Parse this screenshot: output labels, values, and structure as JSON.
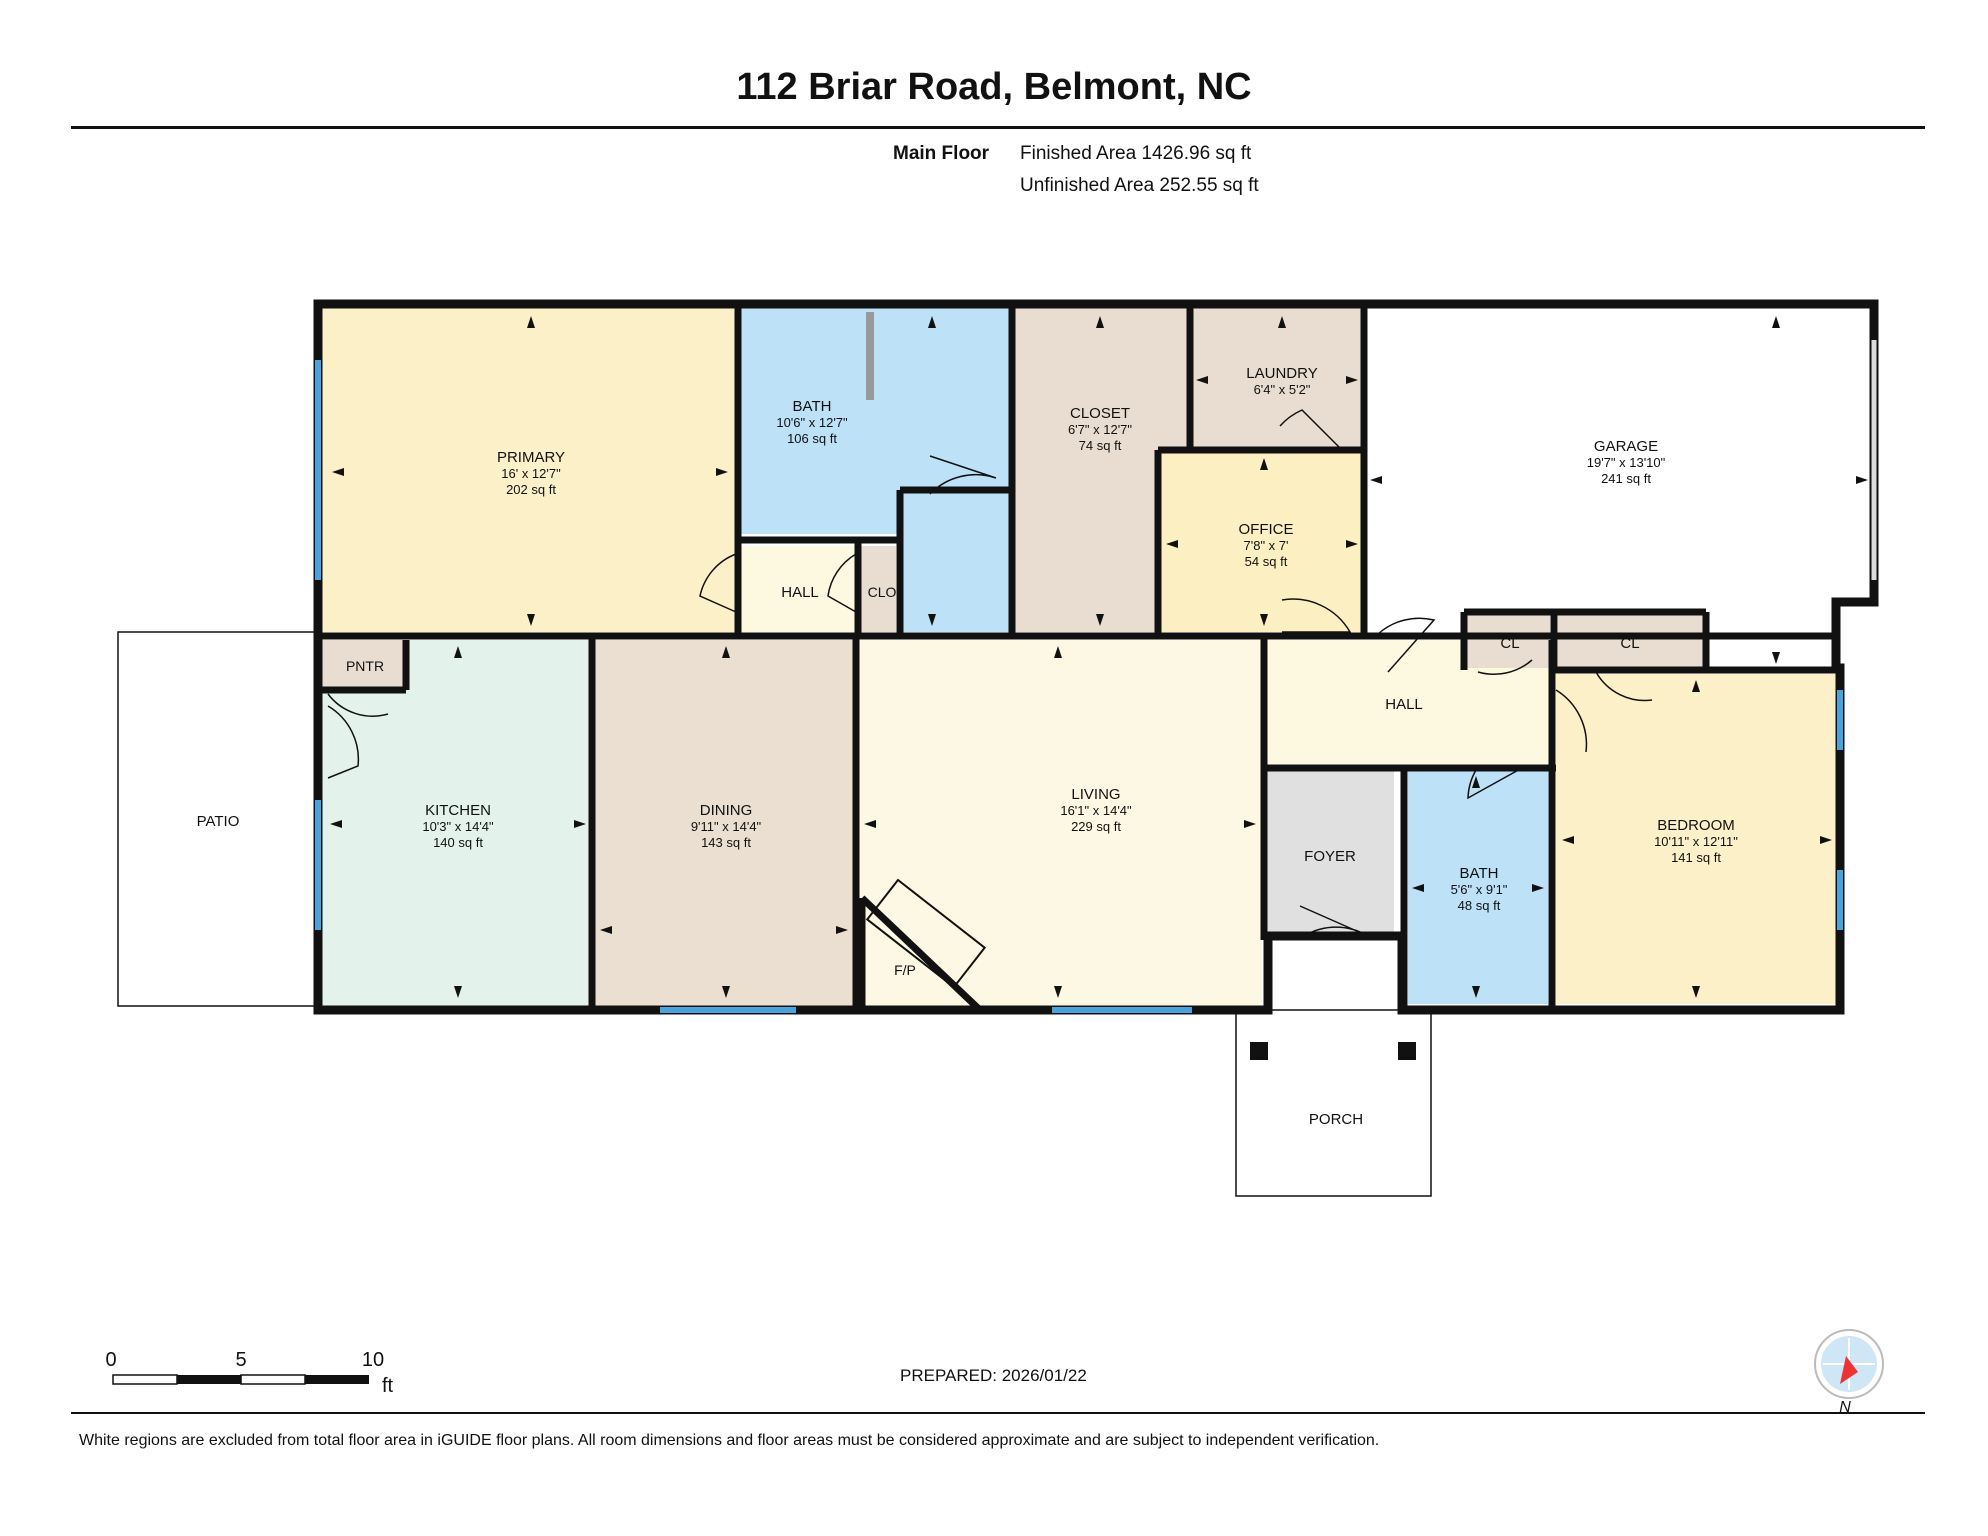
{
  "title": "112 Briar Road, Belmont, NC",
  "floor": {
    "label": "Main Floor",
    "finished": "Finished Area 1426.96 sq ft",
    "unfinished": "Unfinished Area 252.55 sq ft"
  },
  "rooms": {
    "primary": {
      "name": "PRIMARY",
      "dims": "16' x 12'7\"",
      "area": "202 sq ft"
    },
    "bath1": {
      "name": "BATH",
      "dims": "10'6\" x 12'7\"",
      "area": "106 sq ft"
    },
    "closet": {
      "name": "CLOSET",
      "dims": "6'7\" x 12'7\"",
      "area": "74 sq ft"
    },
    "laundry": {
      "name": "LAUNDRY",
      "dims": "6'4\" x 5'2\""
    },
    "garage": {
      "name": "GARAGE",
      "dims": "19'7\" x 13'10\"",
      "area": "241 sq ft"
    },
    "office": {
      "name": "OFFICE",
      "dims": "7'8\" x 7'",
      "area": "54 sq ft"
    },
    "hall1": {
      "name": "HALL"
    },
    "clo": {
      "name": "CLO"
    },
    "pntr": {
      "name": "PNTR"
    },
    "kitchen": {
      "name": "KITCHEN",
      "dims": "10'3\" x 14'4\"",
      "area": "140 sq ft"
    },
    "dining": {
      "name": "DINING",
      "dims": "9'11\" x 14'4\"",
      "area": "143 sq ft"
    },
    "living": {
      "name": "LIVING",
      "dims": "16'1\" x 14'4\"",
      "area": "229 sq ft"
    },
    "fp": {
      "name": "F/P"
    },
    "hall2": {
      "name": "HALL"
    },
    "cl1": {
      "name": "CL"
    },
    "cl2": {
      "name": "CL"
    },
    "foyer": {
      "name": "FOYER"
    },
    "bath2": {
      "name": "BATH",
      "dims": "5'6\" x 9'1\"",
      "area": "48 sq ft"
    },
    "bedroom": {
      "name": "BEDROOM",
      "dims": "10'11\" x 12'11\"",
      "area": "141 sq ft"
    },
    "patio": {
      "name": "PATIO"
    },
    "porch": {
      "name": "PORCH"
    }
  },
  "scale": {
    "labels": [
      "0",
      "5",
      "10"
    ],
    "unit": "ft"
  },
  "compass": {
    "label": "N"
  },
  "prepared": "PREPARED: 2026/01/22",
  "footer": "White regions are excluded from total floor area in iGUIDE floor plans. All room dimensions and floor areas must be considered approximate and are subject to independent verification.",
  "colors": {
    "primary": "#fcf0c8",
    "bath": "#bde1f7",
    "closet": "#e8ddd0",
    "office": "#fcf0c2",
    "hall": "#fdf8e0",
    "kitchen": "#e4f2ec",
    "dining": "#eadfd0",
    "living": "#fdf8e4",
    "foyer": "#e0e0e0",
    "bedroom": "#fcf0c8",
    "wall": "#111111",
    "window": "#4aa3dd"
  }
}
